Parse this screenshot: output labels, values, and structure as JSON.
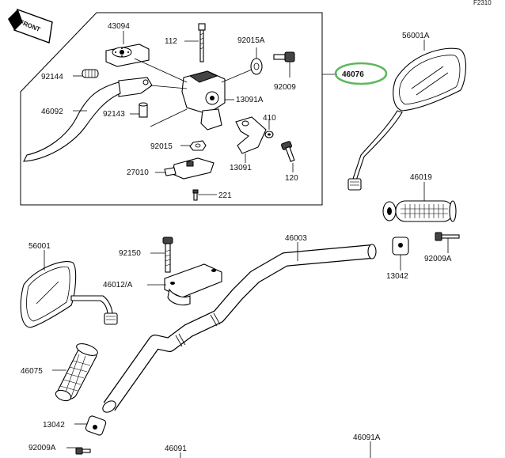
{
  "figure_code": "F2310",
  "front_label": "FRONT",
  "highlight_color": "#5cb85c",
  "labels": {
    "p43094": "43094",
    "p112": "112",
    "p92015A": "92015A",
    "p56001A": "56001A",
    "p92144": "92144",
    "p92009_top": "92009",
    "p46076": "46076",
    "p46092": "46092",
    "p92143": "92143",
    "p13091A": "13091A",
    "p410": "410",
    "p92015": "92015",
    "p13091": "13091",
    "p120": "120",
    "p27010": "27010",
    "p221": "221",
    "p46019": "46019",
    "p56001": "56001",
    "p92150": "92150",
    "p46003": "46003",
    "p92009A_right": "92009A",
    "p13042_right": "13042",
    "p46012A": "46012/A",
    "p46075": "46075",
    "p13042_left": "13042",
    "p92009A_left": "92009A",
    "p46091": "46091",
    "p46091A": "46091A"
  }
}
